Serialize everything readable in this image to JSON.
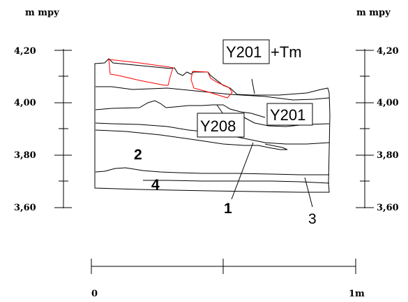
{
  "axis": {
    "unit_left": "m mpy",
    "unit_right": "m mpy",
    "ticks_left": [
      "4,20",
      "4,00",
      "3,80",
      "3,60"
    ],
    "ticks_right": [
      "4,20",
      "4,00",
      "3,80",
      "3,60"
    ]
  },
  "labels": {
    "y201_tm_box": "Y201",
    "y201_tm_suffix": "+Tm",
    "y201_box": "Y201",
    "y208_box": "Y208",
    "layer_2": "2",
    "layer_4": "4",
    "layer_1": "1",
    "layer_3": "3"
  },
  "scale_bar": {
    "start_label": "0",
    "end_label": "1m"
  },
  "colors": {
    "outline": "#000000",
    "highlight": "#ff0000"
  }
}
